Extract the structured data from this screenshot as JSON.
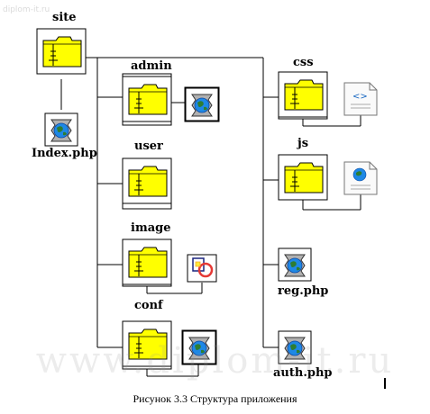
{
  "watermark_small": "diplom-it.ru",
  "watermark": "www.diplom-it.ru",
  "caption": "Рисунок 3.3 Структура приложения",
  "labels": {
    "site": "site",
    "admin": "admin",
    "user": "user",
    "image": "image",
    "conf": "conf",
    "index": "Index.php",
    "css": "css",
    "js": "js",
    "reg": "reg.php",
    "auth": "auth.php"
  },
  "colors": {
    "folder": "#ffff00",
    "globe": "#1e88e5",
    "globe_land": "#2e7d32"
  },
  "icons": [
    "folder-icon",
    "php-file-icon",
    "css-file-icon",
    "js-file-icon",
    "image-file-icon"
  ]
}
